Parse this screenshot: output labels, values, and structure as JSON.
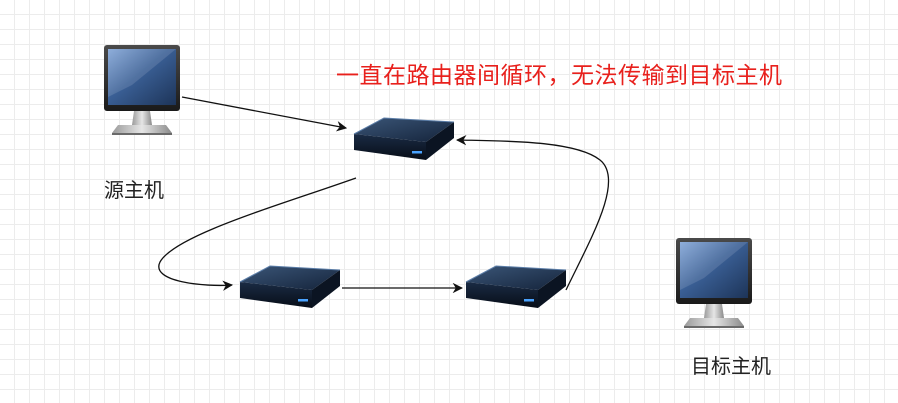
{
  "annotation": {
    "text": "一直在路由器间循环，无法传输到目标主机",
    "color": "#e8201c"
  },
  "nodes": {
    "source_host": {
      "label": "源主机",
      "icon": "monitor-icon"
    },
    "target_host": {
      "label": "目标主机",
      "icon": "monitor-icon"
    },
    "router_top": {
      "icon": "router-icon"
    },
    "router_left": {
      "icon": "router-icon"
    },
    "router_right": {
      "icon": "router-icon"
    }
  },
  "colors": {
    "edge": "#111111",
    "monitor_frame": "#2a2a2a",
    "monitor_screen": "#3a5f95",
    "router_body": "#1c2a3f",
    "router_light": "#4aa3ff"
  }
}
